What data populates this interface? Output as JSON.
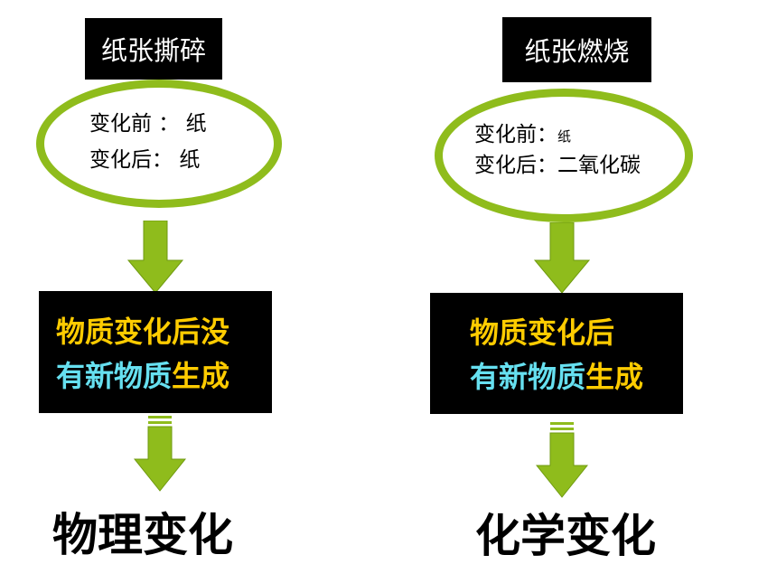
{
  "left": {
    "title": "纸张撕碎",
    "before_label": "变化前 ：",
    "before_value": "纸",
    "after_label": "变化后：",
    "after_value": "纸",
    "result_line1_a": "物质变化后没",
    "result_line2_a": "有新物质",
    "result_line2_b": "生成",
    "conclusion": "物理变化"
  },
  "right": {
    "title": "纸张燃烧",
    "before_label": "变化前：",
    "before_value": "纸",
    "after_label": "变化后：",
    "after_value": "二氧化碳",
    "result_line1_a": "物质变化后",
    "result_line2_a": "有新物质",
    "result_line2_b": "生成",
    "conclusion": "化学变化"
  },
  "colors": {
    "arrow_green": "#8fbc1c",
    "ellipse_border": "#8fbc1c",
    "text_yellow": "#ffcc00",
    "text_cyan": "#66e0f0"
  }
}
